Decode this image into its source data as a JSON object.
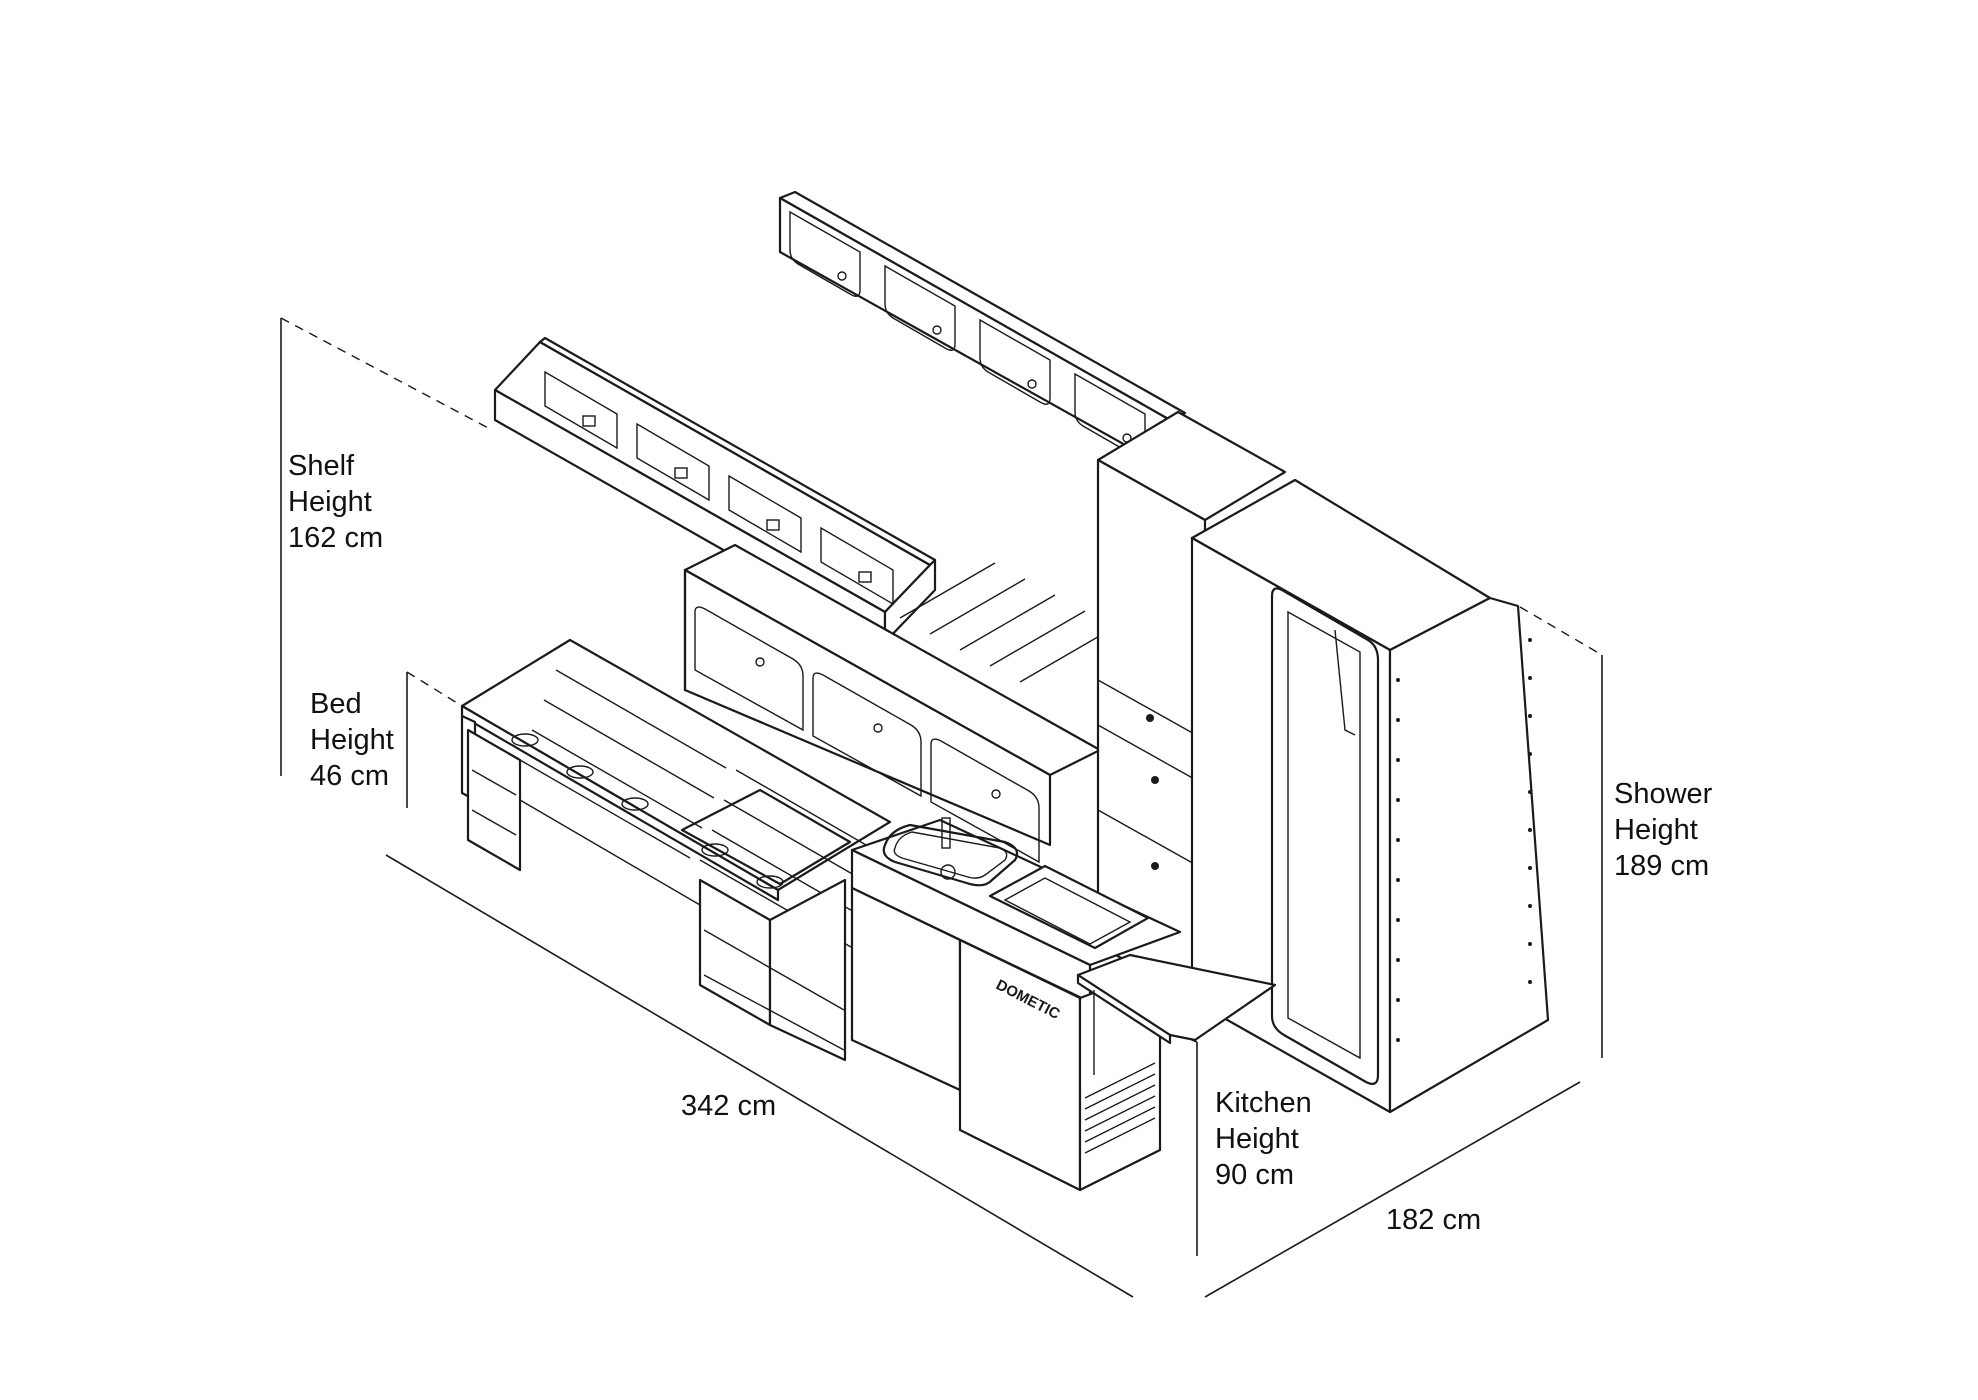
{
  "labels": {
    "shelf": [
      "Shelf",
      "Height",
      "162 cm"
    ],
    "bed": [
      "Bed",
      "Height",
      "46 cm"
    ],
    "shower": [
      "Shower",
      "Height",
      "189 cm"
    ],
    "kitchen": [
      "Kitchen",
      "Height",
      "90 cm"
    ],
    "length": "342 cm",
    "depth": "182 cm"
  },
  "fridge_brand": "DOMETIC"
}
